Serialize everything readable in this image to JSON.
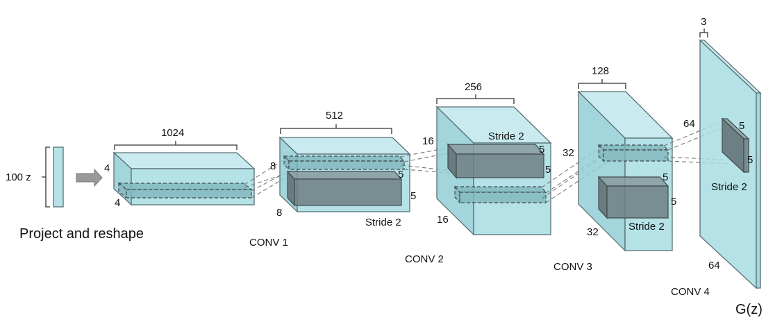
{
  "input": {
    "label": "100 z",
    "caption": "Project and reshape"
  },
  "stages": {
    "project": {
      "width": "1024",
      "height": "4",
      "depth": "4"
    },
    "conv1": {
      "name": "CONV 1",
      "width": "512",
      "height": "8",
      "depth": "8",
      "kernel_a": "5",
      "kernel_b": "5",
      "stride": "Stride 2"
    },
    "conv2": {
      "name": "CONV 2",
      "width": "256",
      "height": "16",
      "depth": "16",
      "kernel_a": "5",
      "kernel_b": "5",
      "stride": "Stride 2"
    },
    "conv3": {
      "name": "CONV 3",
      "width": "128",
      "height": "32",
      "depth": "32",
      "kernel_a": "5",
      "kernel_b": "5",
      "stride": "Stride 2"
    },
    "conv4": {
      "name": "CONV 4",
      "width": "3",
      "height": "64",
      "depth": "64",
      "kernel_a": "5",
      "kernel_b": "5",
      "stride": "Stride 2"
    }
  },
  "output": {
    "label": "G(z)"
  },
  "colors": {
    "block": "#a8dde3",
    "kernel": "#6f7f82",
    "outline": "#5a6f73"
  }
}
